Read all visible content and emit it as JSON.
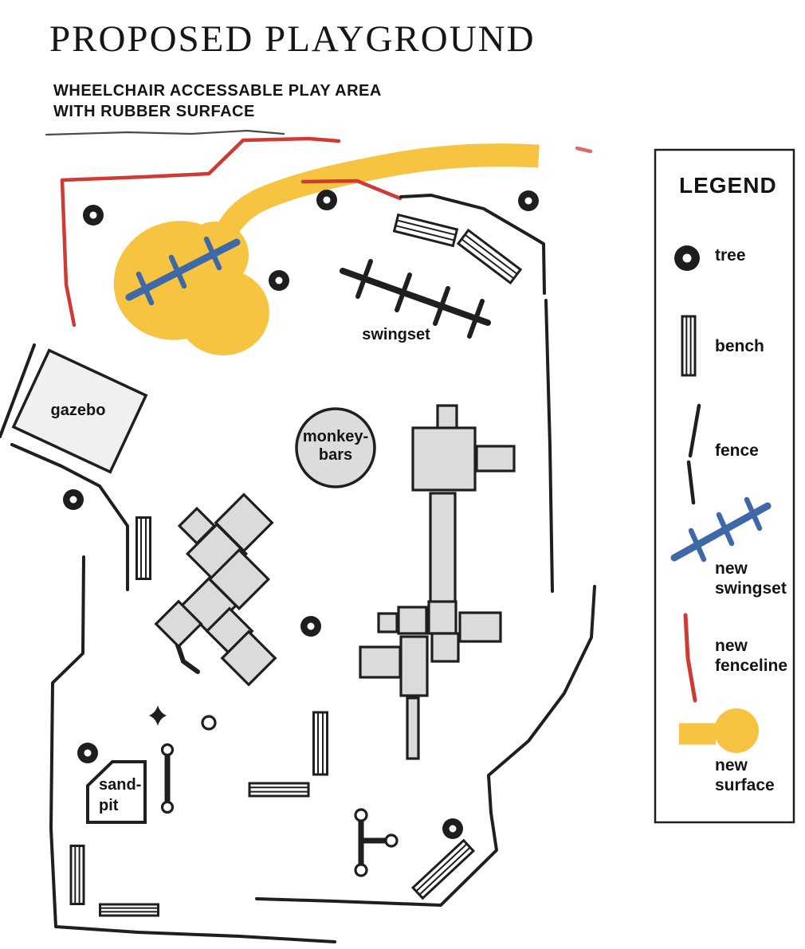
{
  "page": {
    "title": "PROPOSED PLAYGROUND",
    "subtitle_line1": "WHEELCHAIR ACCESSABLE PLAY AREA",
    "subtitle_line2": "WITH RUBBER SURFACE"
  },
  "map": {
    "labels": {
      "gazebo": "gazebo",
      "swingset": "swingset",
      "monkey_bars_line1": "monkey-",
      "monkey_bars_line2": "bars",
      "sandpit_line1": "sand-",
      "sandpit_line2": "pit"
    }
  },
  "legend": {
    "title": "LEGEND",
    "items": [
      {
        "symbol": "tree-icon",
        "label": "tree"
      },
      {
        "symbol": "bench-icon",
        "label": "bench"
      },
      {
        "symbol": "fence-icon",
        "label": "fence"
      },
      {
        "symbol": "new-swingset-icon",
        "label_line1": "new",
        "label_line2": "swingset"
      },
      {
        "symbol": "new-fenceline-icon",
        "label_line1": "new",
        "label_line2": "fenceline"
      },
      {
        "symbol": "new-surface-icon",
        "label_line1": "new",
        "label_line2": "surface"
      }
    ]
  },
  "colors": {
    "new_swingset_blue": "#3E68A8",
    "new_fenceline_red": "#CE3A34",
    "new_surface_yellow": "#F6C440",
    "structure_gray": "#DBDBDD",
    "gazebo_gray": "#F0F0EF",
    "outline_black": "#1F1F1F"
  }
}
